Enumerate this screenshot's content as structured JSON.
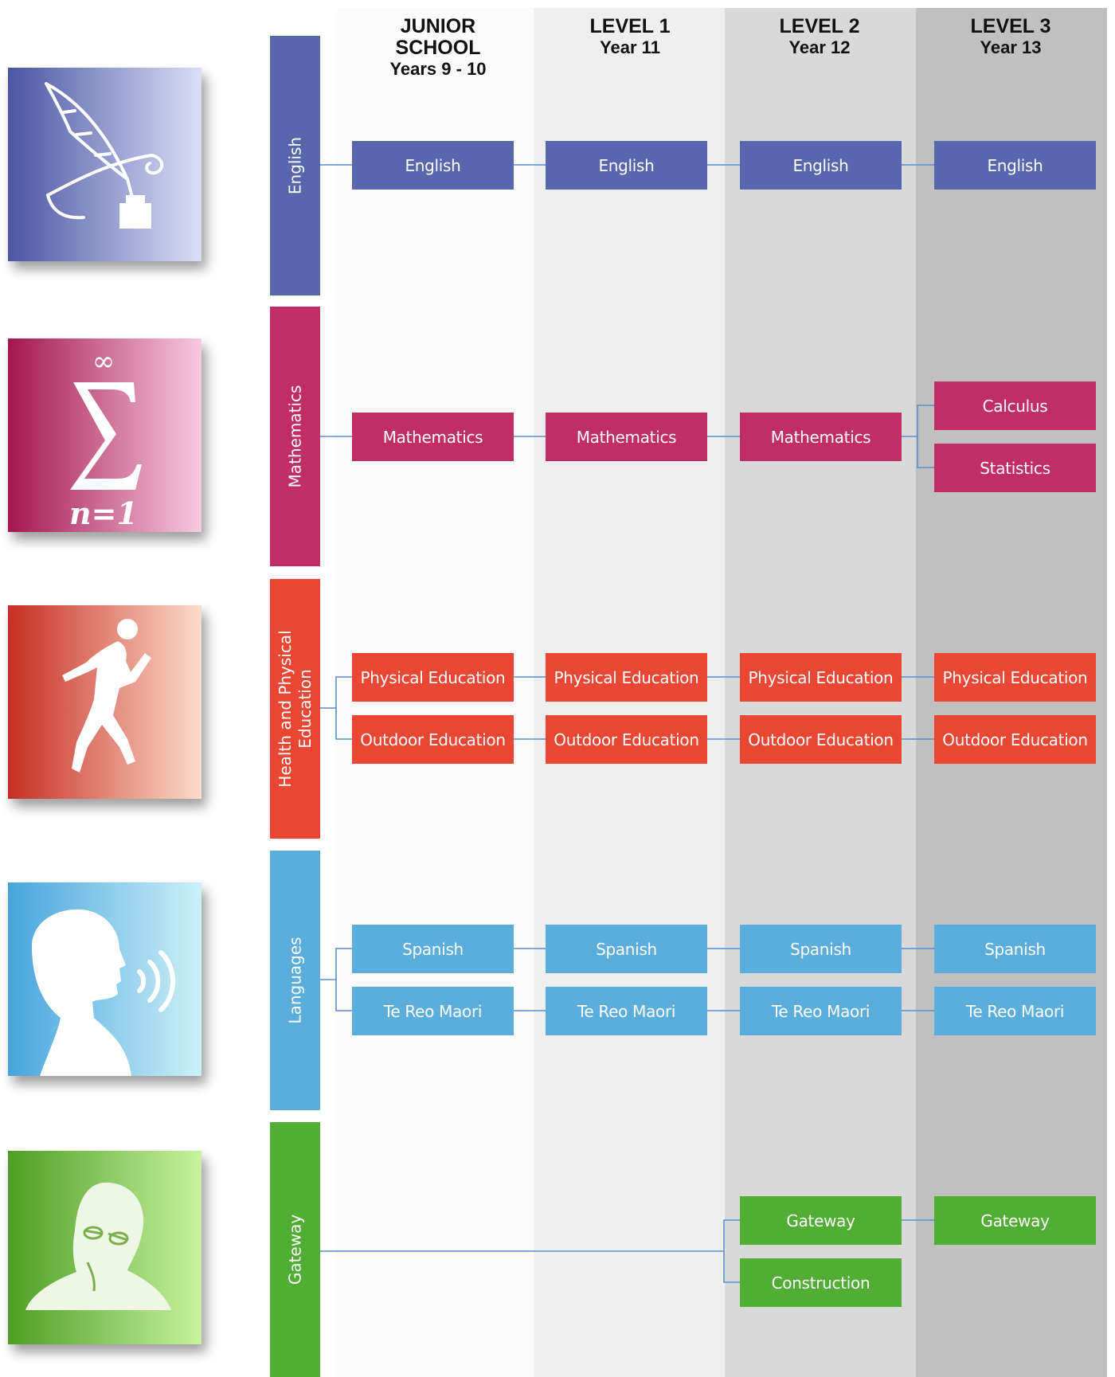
{
  "columns": [
    {
      "line1": "JUNIOR",
      "line2": "SCHOOL",
      "line3": "Years 9 - 10"
    },
    {
      "line1": "LEVEL 1",
      "line2": "Year 11"
    },
    {
      "line1": "LEVEL 2",
      "line2": "Year 12"
    },
    {
      "line1": "LEVEL 3",
      "line2": "Year 13"
    }
  ],
  "areas": [
    {
      "label": "English",
      "color": "#5866ad",
      "icon": "quill-icon",
      "courses": {
        "junior": [
          "English"
        ],
        "l1": [
          "English"
        ],
        "l2": [
          "English"
        ],
        "l3": [
          "English"
        ]
      }
    },
    {
      "label": "Mathematics",
      "color": "#c12e66",
      "icon": "sigma-icon",
      "icon_text": {
        "top": "∞",
        "bottom": "n=1"
      },
      "courses": {
        "junior": [
          "Mathematics"
        ],
        "l1": [
          "Mathematics"
        ],
        "l2": [
          "Mathematics"
        ],
        "l3": [
          "Calculus",
          "Statistics"
        ]
      }
    },
    {
      "label": "Health and Physical Education",
      "color": "#e94633",
      "icon": "runner-icon",
      "courses": {
        "junior": [
          "Physical Education",
          "Outdoor Education"
        ],
        "l1": [
          "Physical Education",
          "Outdoor Education"
        ],
        "l2": [
          "Physical Education",
          "Outdoor Education"
        ],
        "l3": [
          "Physical Education",
          "Outdoor Education"
        ]
      }
    },
    {
      "label": "Languages",
      "color": "#5baedb",
      "icon": "speaking-head-icon",
      "courses": {
        "junior": [
          "Spanish",
          "Te Reo Maori"
        ],
        "l1": [
          "Spanish",
          "Te Reo Maori"
        ],
        "l2": [
          "Spanish",
          "Te Reo Maori"
        ],
        "l3": [
          "Spanish",
          "Te Reo Maori"
        ]
      }
    },
    {
      "label": "Gateway",
      "color": "#52ad34",
      "icon": "thinking-person-icon",
      "courses": {
        "l2": [
          "Gateway",
          "Construction"
        ],
        "l3": [
          "Gateway"
        ]
      }
    }
  ],
  "connector_color": "#5b8fc9"
}
